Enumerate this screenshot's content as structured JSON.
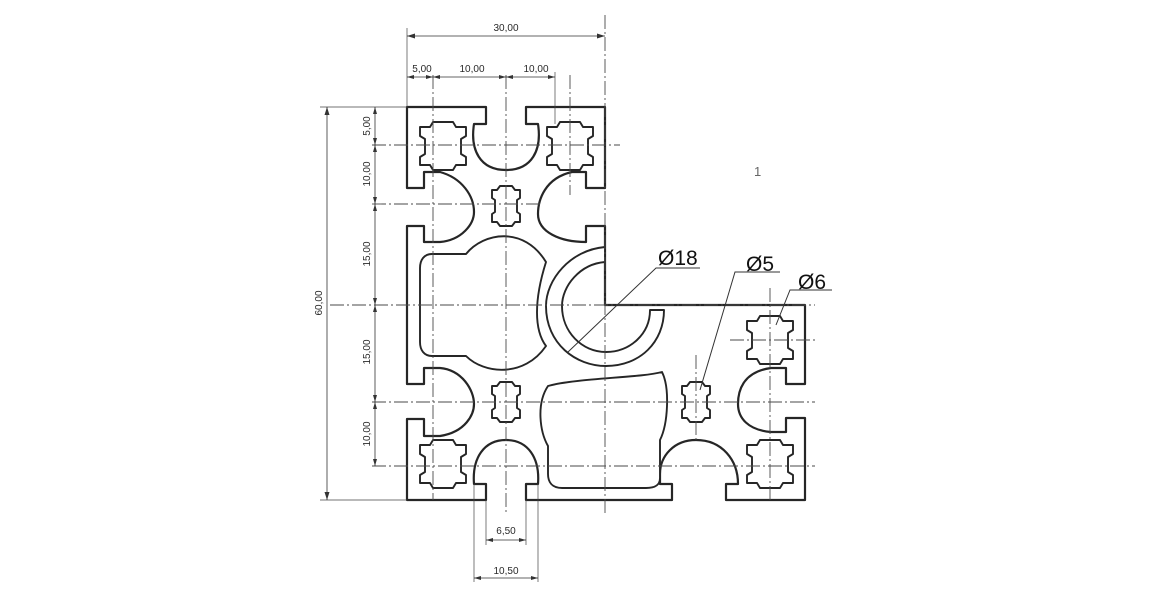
{
  "dimensions": {
    "total_width": "30,00",
    "offset_top": "5,00",
    "pitch_top_1": "10,00",
    "pitch_top_2": "10,00",
    "total_height": "60,00",
    "left_top_5": "5,00",
    "left_10_upper": "10,00",
    "left_15_upper": "15,00",
    "left_15_lower": "15,00",
    "left_10_lower": "10,00",
    "slot_opening": "6,50",
    "slot_outer": "10,50"
  },
  "callouts": {
    "bore_large": "Ø18",
    "bore_small": "Ø5",
    "bore_corner": "Ø6"
  },
  "sheet_mark": "1"
}
